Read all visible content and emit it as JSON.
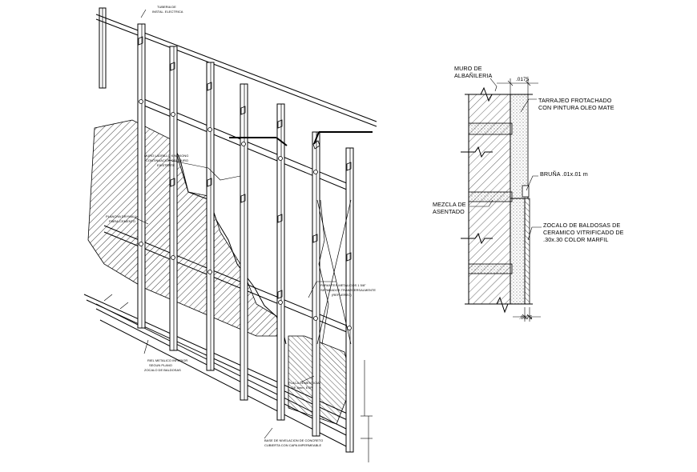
{
  "isometric": {
    "labels": {
      "tuberia": [
        "TUBERIA DE",
        "INSTAL. ELECTRICA"
      ],
      "parantes": [
        "PARANTES METALICOS 1 5/8\"",
        "SEPARADOS TRANSVERSALMENTE",
        "(REFUERZO)"
      ],
      "note_upper": [
        "MURO LADRILLO KINGKONG",
        "CONTINUACION DEL MURO",
        "EXISTENTE"
      ],
      "note_mid": [
        "PLANCHA DRYWALL",
        "FIBRA-CEMENTO"
      ],
      "note_lower": [
        "RIEL METALICO INFERIOR",
        "SEGUN PLANO",
        "ZOCALO DE BALDOSAS"
      ],
      "note_bottom_right": [
        "PLACA CEMENTICIA",
        "DE 8mm. ESP."
      ],
      "note_base": [
        "BASE DE NIVELACION DE CONCRETO",
        "CUBIERTA CON CAPA IMPERMEABLE"
      ]
    }
  },
  "section": {
    "labels": {
      "muro": [
        "MURO DE",
        "ALBAÑILERIA"
      ],
      "dim_top": ".0175",
      "tarrajeo": [
        "TARRAJEO FROTACHADO",
        "CON PINTURA OLEO MATE"
      ],
      "bruna": "BRUÑA .01x.01 m",
      "mezcla": [
        "MEZCLA DE",
        "ASENTADO"
      ],
      "zocalo": [
        "ZOCALO DE BALDOSAS DE",
        "CERAMICO VITRIFICADO DE",
        ".30x.30 COLOR MARFIL"
      ],
      "dim_bottom": ".0075"
    }
  }
}
